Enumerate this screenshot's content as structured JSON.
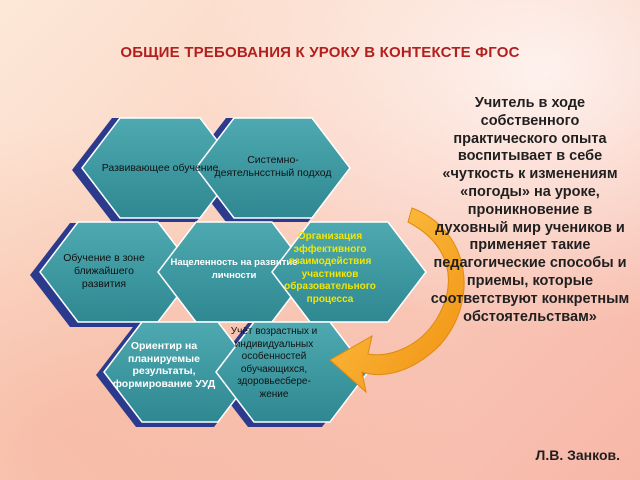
{
  "title": "ОБЩИЕ ТРЕБОВАНИЯ К УРОКУ В КОНТЕКСТЕ ФГОС",
  "hexagons": {
    "top_left": "Развивающее обучение",
    "top_right": "Системно-деятельнсстный подход",
    "mid_left": "Обучение в зоне ближайшего развития",
    "center": "Нацеленность на развитие личности",
    "mid_right": "Организация эффективного взаимодействия участников образовательного процесса",
    "bottom_left": "Ориентир на планируемые результаты, формирование УУД",
    "bottom_right": "Учёт возрастных и индивидуальных особенностей обучающихся, здоровьесбере-жение"
  },
  "quote": "Учитель в ходе собственного практического опыта воспитывает в себе «чуткость к изменениям «погоды» на уроке, проникновение в духовный мир учеников и применяет такие педагогические способы и приемы, которые соответствуют конкретным обстоятельствам»",
  "author": "Л.В. Занков.",
  "colors": {
    "title": "#b21f1f",
    "hex_fill": "#3f9aa3",
    "hex_shadow": "#2f3f8f",
    "arrow": "#f5a21a",
    "highlight_text": "#f3e600"
  }
}
